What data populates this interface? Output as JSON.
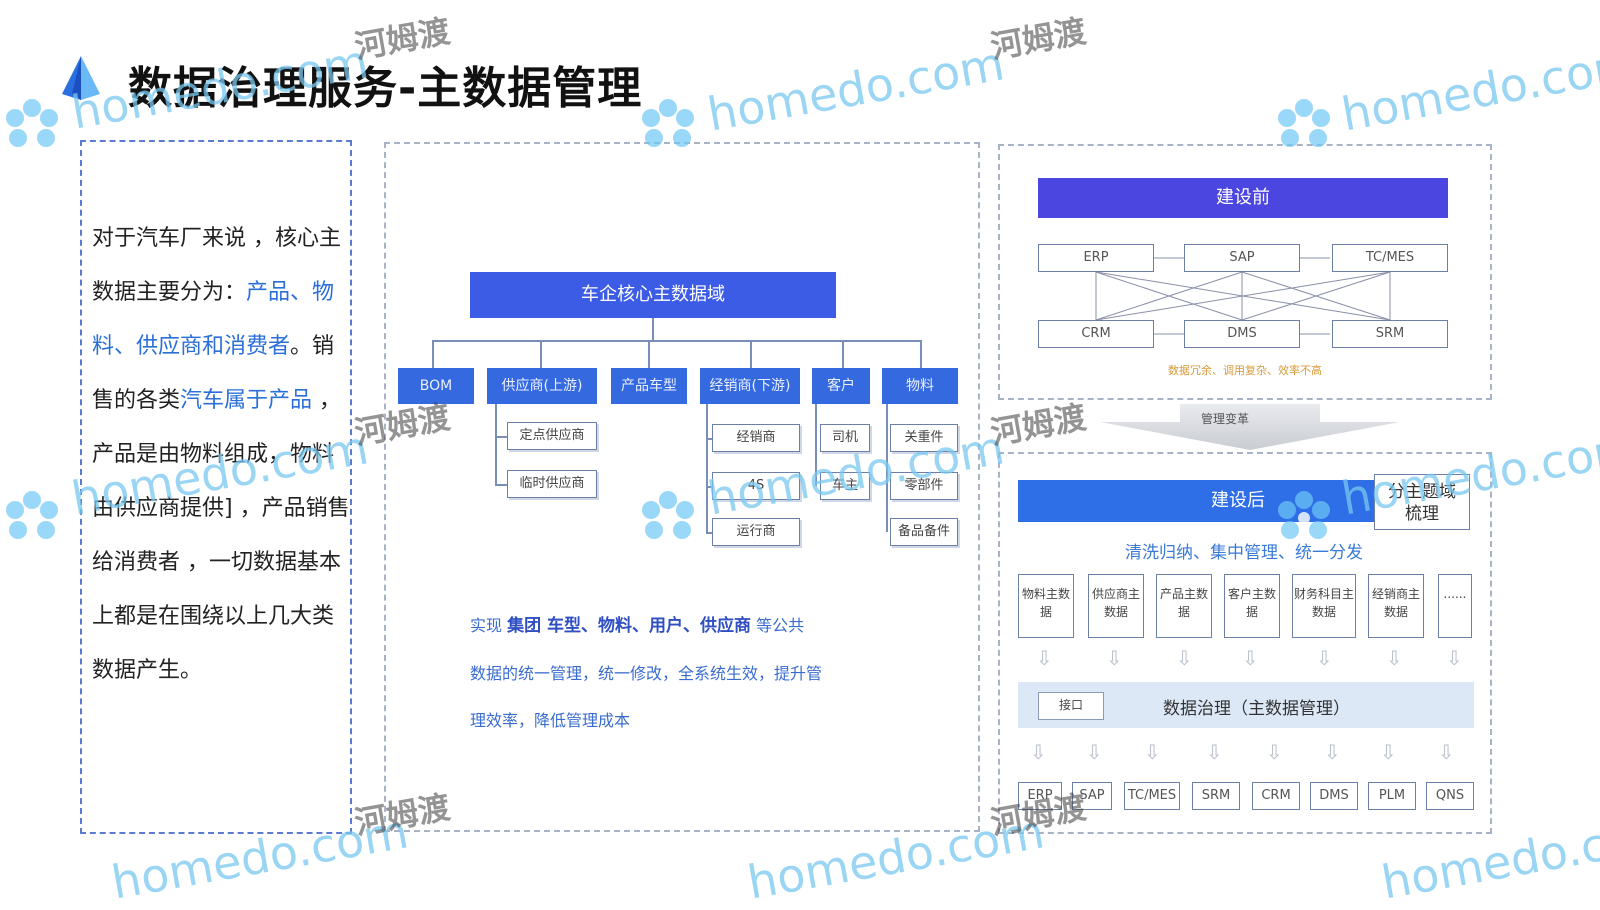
{
  "title": "数据治理服务-主数据管理",
  "left_panel": {
    "seg1": "对于汽车厂来说 ，核心主数据主要分为：",
    "seg2": "产品、物料、供应商和消费者",
    "seg3": "。销售的各类",
    "seg4": "汽车属于产品",
    "seg5": " ，产品是由物料组成，物料由供应商提供] ，产品销售给消费者 ，一切数据基本上都是在围绕以上几大类数据产生。"
  },
  "middle": {
    "root": "车企核心主数据域",
    "categories": [
      "BOM",
      "供应商(上游)",
      "产品车型",
      "经销商(下游)",
      "客户",
      "物料"
    ],
    "supplier_children": [
      "定点供应商",
      "临时供应商"
    ],
    "dealer_children": [
      "经销商",
      "4S",
      "运行商"
    ],
    "customer_children": [
      "司机",
      "车主"
    ],
    "material_children": [
      "关重件",
      "零部件",
      "备品备件"
    ],
    "desc_prefix": "实现",
    "desc_bold": "集团 车型、物料、用户、供应商",
    "desc_mid": "等公共",
    "desc_line2": "数据的统一管理，统一修改，全系统生效，提升管",
    "desc_line3": "理效率，降低管理成本"
  },
  "before": {
    "header": "建设前",
    "systems_top": [
      "ERP",
      "SAP",
      "TC/MES"
    ],
    "systems_bottom": [
      "CRM",
      "DMS",
      "SRM"
    ],
    "note": "数据冗余、调用复杂、效率不高"
  },
  "transition_label": "管理变革",
  "after": {
    "header": "建设后",
    "side_box": "分主题域梳理",
    "slogan": "清洗归纳、集中管理、统一分发",
    "masters": [
      "物料主数据",
      "供应商主数据",
      "产品主数据",
      "客户主数据",
      "财务科目主数据",
      "经销商主数据",
      "......"
    ],
    "interface": "接口",
    "governance": "数据治理（主数据管理）",
    "systems": [
      "ERP",
      "SAP",
      "TC/MES",
      "SRM",
      "CRM",
      "DMS",
      "PLM",
      "QNS"
    ]
  },
  "watermark": {
    "brand": "homedo.com",
    "cn": "河姆渡"
  },
  "colors": {
    "accent_blue": "#3d5ce6",
    "highlight_text": "#2b6fd8",
    "panel_border": "#5b7bd0"
  }
}
